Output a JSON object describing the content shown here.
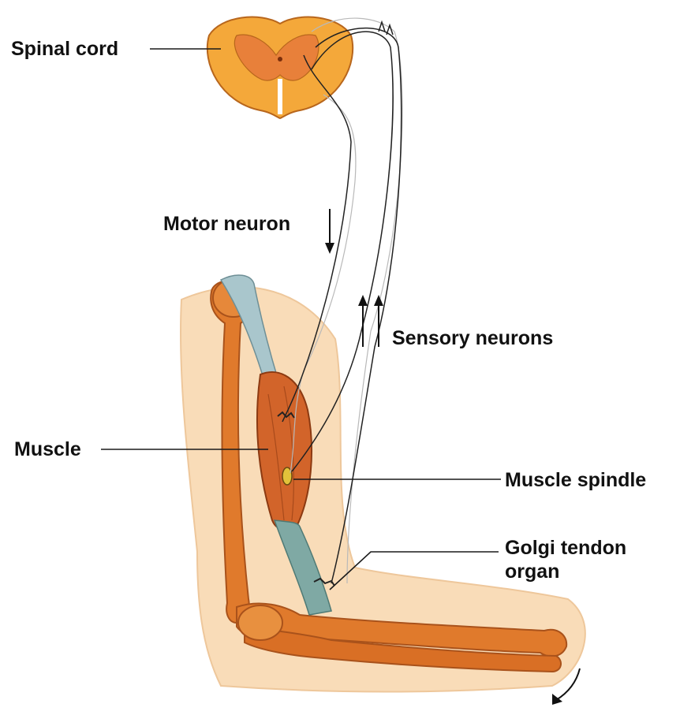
{
  "labels": {
    "spinal_cord": "Spinal cord",
    "motor_neuron": "Motor neuron",
    "sensory_neurons": "Sensory neurons",
    "muscle": "Muscle",
    "muscle_spindle": "Muscle spindle",
    "golgi_tendon_line1": "Golgi tendon",
    "golgi_tendon_line2": "organ"
  },
  "colors": {
    "skin": "#f9dcb8",
    "bone": "#e07a2c",
    "muscle": "#d2642a",
    "tendon": "#7fa9a4",
    "spinal_outer": "#f4a83a",
    "spinal_gray": "#e8803a",
    "nerve": "#222222"
  }
}
